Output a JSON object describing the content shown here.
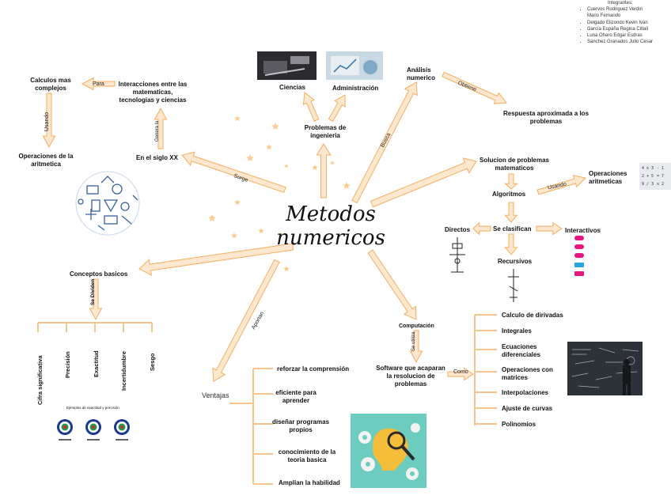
{
  "title": {
    "line1": "Metodos",
    "line2": "numericos"
  },
  "members": {
    "header": "Integrantes:",
    "list": [
      "Cuervos Rodriguez Verdin",
      "Mario Fernando",
      "Delgado Elizondo Kevin Iván",
      "García España Regina Citlali",
      "Luna Oharo Edgar Esdras",
      "Sánchez Granados Julio Cesar"
    ]
  },
  "left": {
    "calculos": [
      "Calculos mas",
      "complejos"
    ],
    "para": "Para",
    "interacciones": [
      "Interacciones entre las",
      "matematicas,",
      "tecnologias y ciencias"
    ],
    "usando": "Usando",
    "operaciones": [
      "Operaciones de la",
      "aritmetica"
    ],
    "genera": "Genera la",
    "siglo": "En el siglo XX",
    "surge": "Surge"
  },
  "top": {
    "ciencias": "Ciencias",
    "administracion": "Administración",
    "problemas": [
      "Problemas de",
      "ingenieria"
    ],
    "busca": "Busca",
    "analisis": [
      "Análisis",
      "numerico"
    ],
    "obtiene": "Obtiene",
    "respuesta": [
      "Respuesta aproximada a los",
      "problemas"
    ]
  },
  "right": {
    "solucion": [
      "Solucion de problemas",
      "matematicos"
    ],
    "usando": "Usando",
    "operaciones_arit": [
      "Operaciones",
      "aritmeticas"
    ],
    "algoritmos": "Algoritmos",
    "se_clasifican": "Se clasifican",
    "directos": "Directos",
    "interactivos": "Interactivos",
    "recursivos": "Recursivos"
  },
  "conceptos": {
    "title": "Conceptos basicos",
    "se_dividen": "Se Dividen",
    "items": [
      "Cifra significativa",
      "Precisión",
      "Exactitud",
      "Incertidumbre",
      "Sesgo"
    ],
    "caption": "Ejemplos de exactitud y precisión"
  },
  "ventajas": {
    "aportan": "Aportan",
    "title": "Ventajas",
    "items": [
      [
        "reforzar la comprensión"
      ],
      [
        "eficiente para",
        "aprender"
      ],
      [
        "diseñar programas",
        "propios"
      ],
      [
        "conocimiento de la",
        "teoria basica"
      ],
      [
        "Amplian la habilidad"
      ]
    ]
  },
  "software": {
    "computacion": "Computación",
    "se_utiliza": "Se utiliza",
    "title": [
      "Software que acaparan",
      "la resolucion de",
      "problemas"
    ],
    "como": "Como",
    "items": [
      [
        "Calculo de dirivadas"
      ],
      [
        "Integrales"
      ],
      [
        "Ecuaciones",
        "diferenciales"
      ],
      [
        "Operaciones con",
        "matrices"
      ],
      [
        "Interpolaciones"
      ],
      [
        "Ajuste de curvas"
      ],
      [
        "Polinomios"
      ]
    ]
  },
  "colors": {
    "arrow_fill": "#fde7cf",
    "arrow_stroke": "#f2ae5f",
    "branch": "#f6c58a",
    "star": "#f9c37c"
  }
}
